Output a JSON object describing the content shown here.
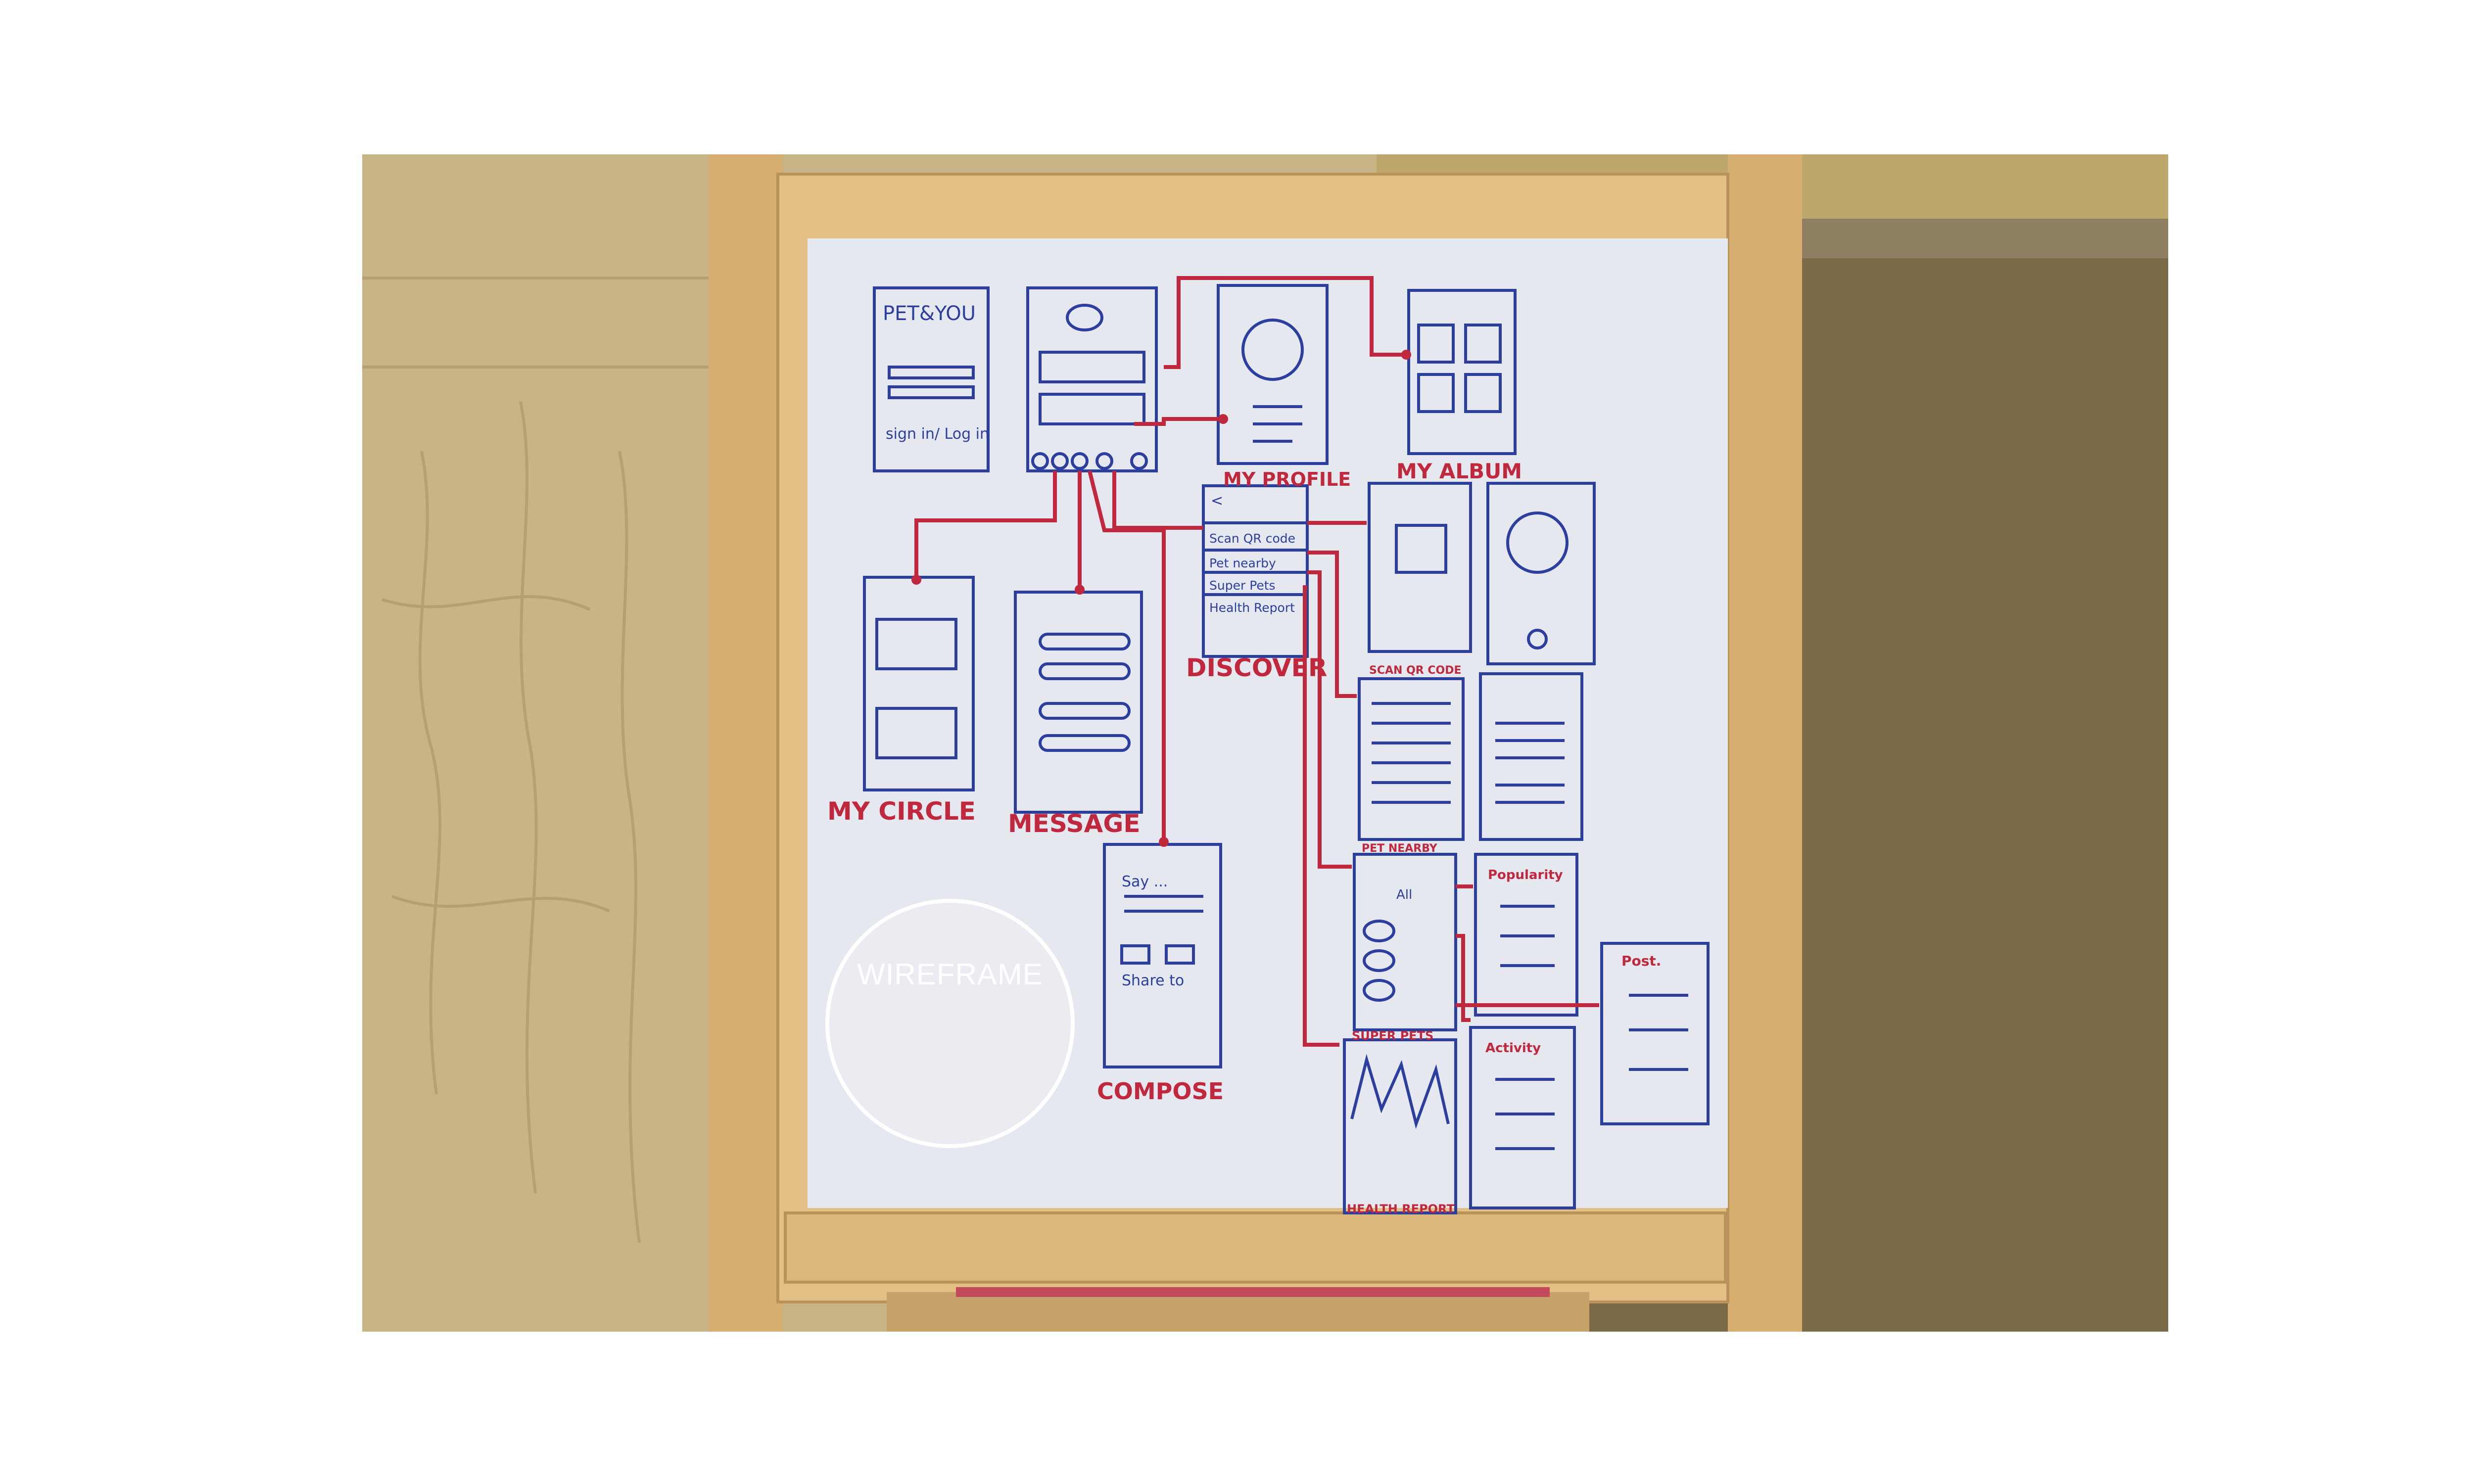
{
  "badge": {
    "label": "WIREFRAME"
  },
  "sketch": {
    "screens": {
      "splash": {
        "title": "PET&YOU",
        "cta": "sign in/ Log in"
      },
      "discover_menu": {
        "back": "<",
        "items": [
          "Scan QR code",
          "Pet nearby",
          "Super Pets",
          "Health Report"
        ]
      },
      "compose": {
        "line1": "Say ...",
        "line2": "Share to"
      },
      "super_pets": {
        "tab": "All"
      },
      "popularity": {
        "title": "Popularity"
      },
      "activity": {
        "title": "Activity"
      },
      "post": {
        "title": "Post."
      }
    },
    "labels": {
      "my_profile": "MY PROFILE",
      "my_album": "MY ALBUM",
      "my_circle": "MY CIRCLE",
      "message": "MESSAGE",
      "discover": "DISCOVER",
      "scan_qr": "SCAN QR CODE",
      "pet_nearby": "PET NEARBY",
      "compose": "COMPOSE",
      "super_pets": "SUPER PETS",
      "health_report": "HEALTH REPORT"
    }
  },
  "colors": {
    "marker_blue": "#2c3f9e",
    "marker_red": "#c0283e",
    "wood": "#e2bf84",
    "board": "#eef0f4"
  }
}
